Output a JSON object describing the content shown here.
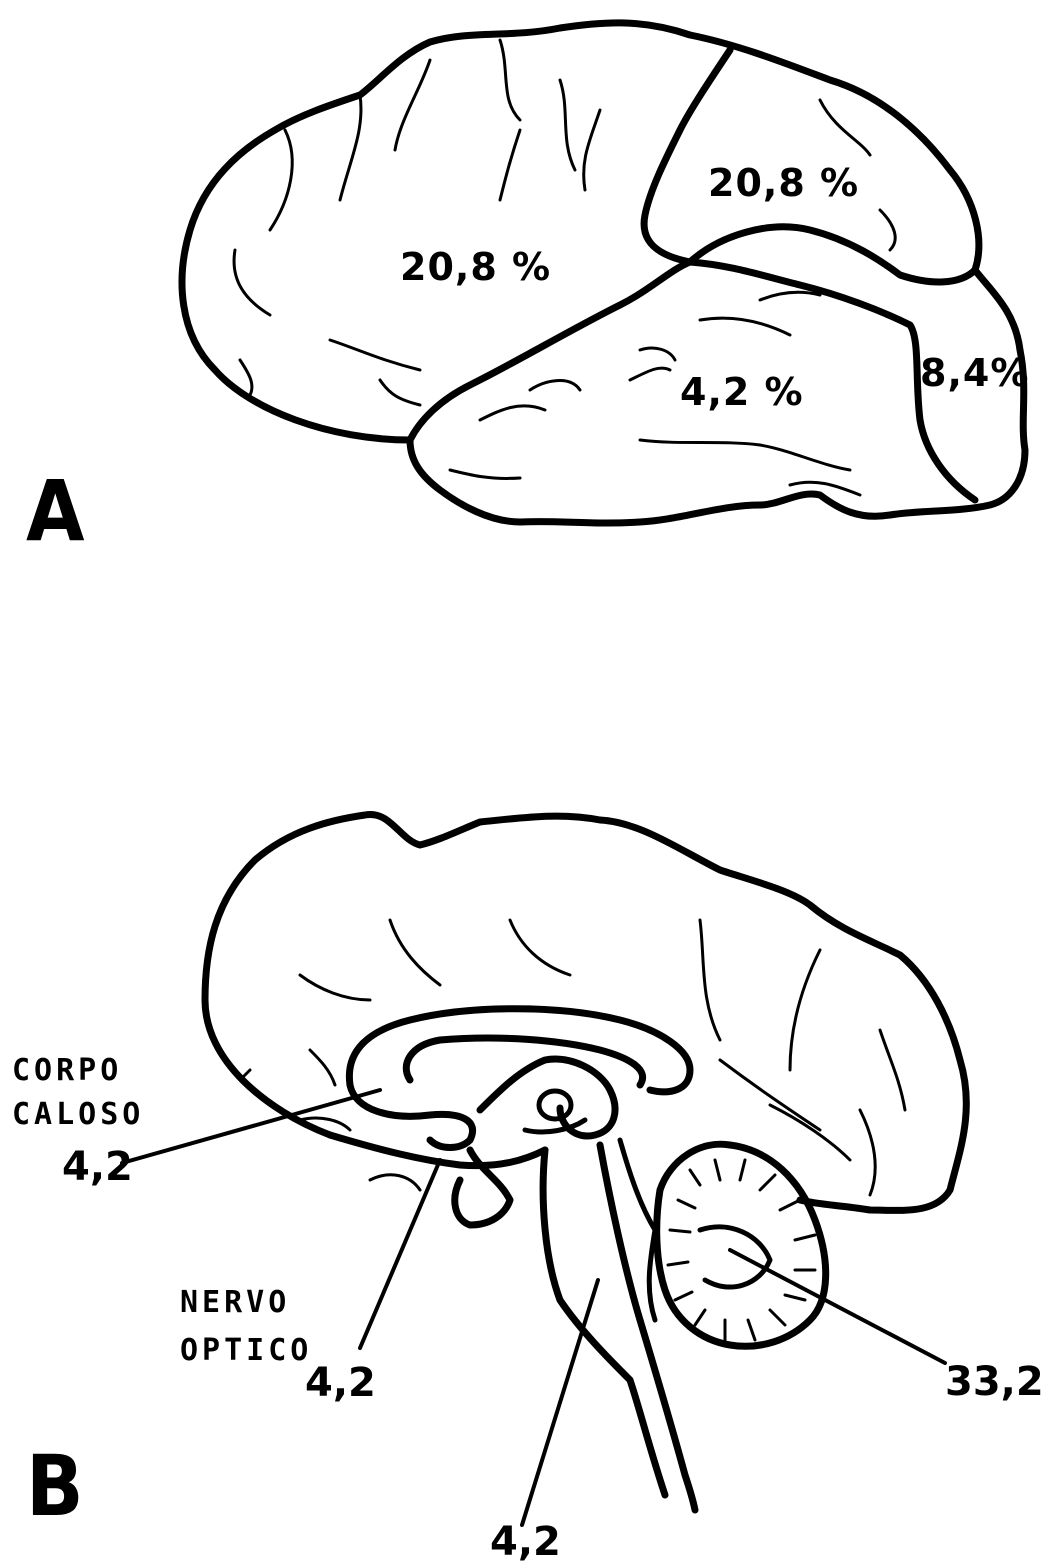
{
  "panel_a": {
    "letter": "A",
    "labels": {
      "frontal": "20,8 %",
      "parietal": "20,8 %",
      "temporal": "4,2 %",
      "occipital": "8,4%"
    }
  },
  "panel_b": {
    "letter": "B",
    "structures": {
      "corpo_caloso_line1": "CORPO",
      "corpo_caloso_line2": "CALOSO",
      "nervo_optico_line1": "NERVO",
      "nervo_optico_line2": "OPTICO"
    },
    "values": {
      "corpo_caloso": "4,2",
      "nervo_optico": "4,2",
      "brainstem": "4,2",
      "cerebellum": "33,2"
    }
  }
}
